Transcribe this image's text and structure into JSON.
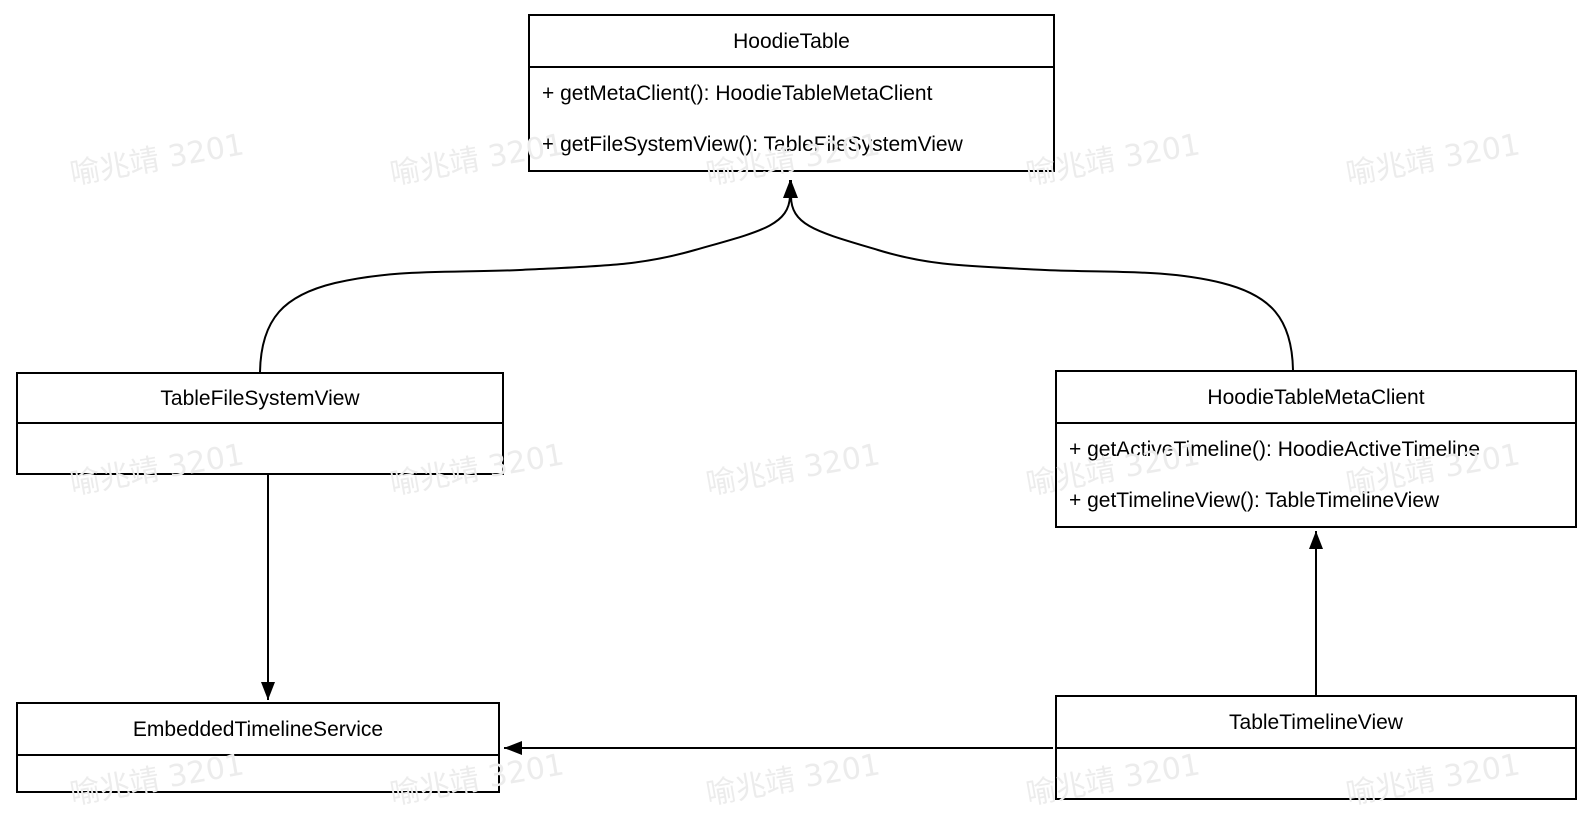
{
  "colors": {
    "line": "#000000",
    "box_fill": "#ffffff",
    "watermark_text": "#ececec"
  },
  "watermark": {
    "text": "喻兆靖 3201"
  },
  "classes": [
    {
      "name": "HoodieTable",
      "methods": [
        "+ getMetaClient(): HoodieTableMetaClient",
        "+ getFileSystemView(): TableFileSystemView"
      ]
    },
    {
      "name": "TableFileSystemView",
      "methods": []
    },
    {
      "name": "HoodieTableMetaClient",
      "methods": [
        "+ getActiveTimeline(): HoodieActiveTimeline",
        "+ getTimelineView(): TableTimelineView"
      ]
    },
    {
      "name": "EmbeddedTimelineService",
      "methods": []
    },
    {
      "name": "TableTimelineView",
      "methods": []
    }
  ],
  "relations": [
    {
      "from": "TableFileSystemView",
      "to": "HoodieTable",
      "style": "curved-solid-arrow"
    },
    {
      "from": "HoodieTableMetaClient",
      "to": "HoodieTable",
      "style": "curved-solid-arrow"
    },
    {
      "from": "TableFileSystemView",
      "to": "EmbeddedTimelineService",
      "style": "straight-solid-arrow"
    },
    {
      "from": "TableTimelineView",
      "to": "HoodieTableMetaClient",
      "style": "straight-solid-arrow"
    },
    {
      "from": "TableTimelineView",
      "to": "EmbeddedTimelineService",
      "style": "straight-solid-arrow"
    }
  ]
}
